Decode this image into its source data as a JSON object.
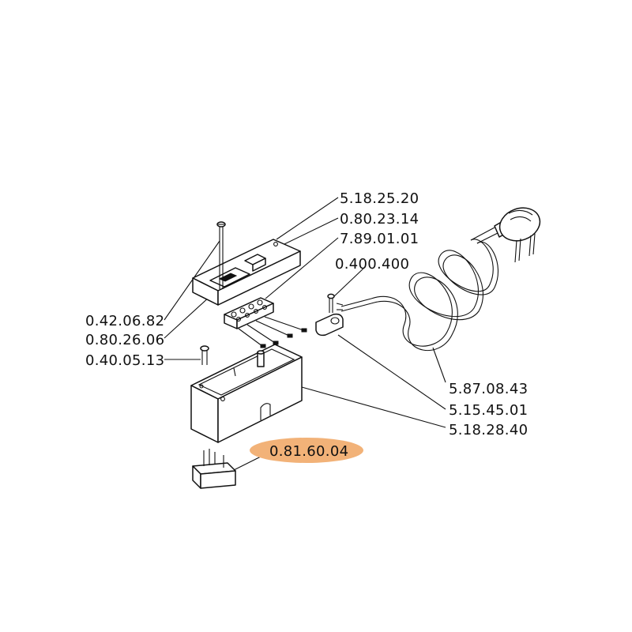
{
  "diagram": {
    "labels": {
      "l1": "5.18.25.20",
      "l2": "0.80.23.14",
      "l3": "7.89.01.01",
      "l4": "0.400.400",
      "l5": "0.42.06.82",
      "l6": "0.80.26.06",
      "l7": "0.40.05.13",
      "l8": "5.87.08.43",
      "l9": "5.15.45.01",
      "l10": "5.18.28.40",
      "highlight": "0.81.60.04"
    },
    "colors": {
      "highlight_fill": "#f2b278",
      "line": "#111111",
      "background": "#ffffff"
    }
  }
}
